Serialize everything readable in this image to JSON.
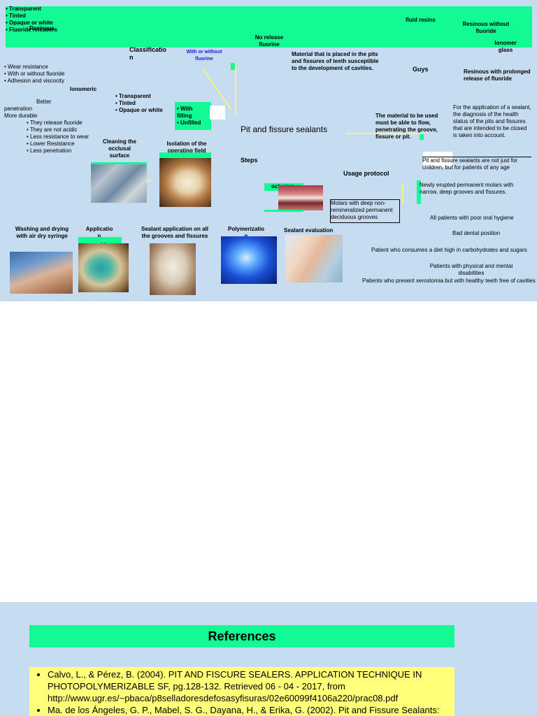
{
  "slide1": {
    "top_banner": {
      "list": [
        "Transparent",
        "Tinted",
        "Opaque or white",
        "Fluoride releasers"
      ],
      "overlay": "Resinous"
    },
    "classification": "Classificatio n",
    "ionomeric": "Ionomeric",
    "props_left": [
      "Wear resistance",
      "With or without fluoride",
      "Adhesion and viscocity"
    ],
    "better_penetration": "Better penetration",
    "more_durable": "More durable",
    "ionomer_props": [
      "They release fluoride",
      "They are not acidic",
      "Less resistance to wear",
      "Lower Resistance",
      "Less penetration"
    ],
    "transparent_list": [
      "Transparent",
      "Tinted",
      "Opaque or white"
    ],
    "with_or_without_fluorine": "With or without fluorine",
    "no_release_fluorine": "No release fluorine",
    "filling_list": [
      "With filling",
      "Unfilled"
    ],
    "fluid_resins": "fluid resins",
    "resinous_without_fluoride": "Resinous without fluoride",
    "ionomer_glass": "Ionomer glass",
    "resinous_prolonged": "Resinous with prolonged release of fluoride",
    "guys": "Guys",
    "definition": "Material that is placed in the pits and fissures of teeth susceptible to the development of cavities.",
    "title": "Pit and fissure sealants",
    "steps": "Steps",
    "flow_text": "The material to be used must be able to flow, penetrating the groove, fissure or pit.",
    "usage_protocol": "Usage protocol",
    "diagnosis_text": "For the application of a sealant, the diagnosis of the health status of the pits and fissures that are intended to be closed is taken into account.",
    "not_just_children": "Pit and fissure sealants are not just for children, but for patients of any age",
    "newly_erupted": "Newly erupted permanent molars with narrow, deep grooves and fissures.",
    "molars_deep": "Molars with deep non-remineralized permanent deciduous grooves",
    "oclusion": "oclusion",
    "poor_hygiene": "All patients with poor oral hygiene",
    "bad_position": "Bad dental position",
    "diet": "Patient who consumes a diet high in carbohydrates and sugars",
    "disabilities": "Patients with physical and mental disabilities",
    "xerostomia": "Patients who present xerostomia but with healthy teeth free of cavities",
    "step_cleaning": "Cleaning the occlusal surface",
    "step_isolation": "Isolation of the operating field",
    "step_washing": "Washing and drying with air dry syringe",
    "step_application": "Applicatio n",
    "step_application_overlay": "acid",
    "step_sealant_app": "Sealant application on all the grooves and fissures",
    "step_polymerization": "Polymerizatio n",
    "step_evaluation": "Sealant evaluation",
    "colors": {
      "background": "#c6dcf0",
      "highlight": "#11fa94",
      "connector": "#f4f47a",
      "blue_text": "#1a1ad6"
    }
  },
  "slide2": {
    "heading": "References",
    "refs": [
      "Calvo, L., & Pérez, B. (2004). PIT AND FISCURE SEALERS. APPLICATION TECHNIQUE IN PHOTOPOLYMERIZABLE SF, pg.128-132. Retrieved 06 - 04 - 2017, from http://www.ugr.es/~pbaca/p8selladoresdefosasyfisuras/02e60099f4106a220/prac08.pdf",
      "Ma. de los Ángeles, G. P., Mabel, S. G., Dayana, H., & Erika, G. (2002). Pit and Fissure Sealants: An"
    ]
  }
}
